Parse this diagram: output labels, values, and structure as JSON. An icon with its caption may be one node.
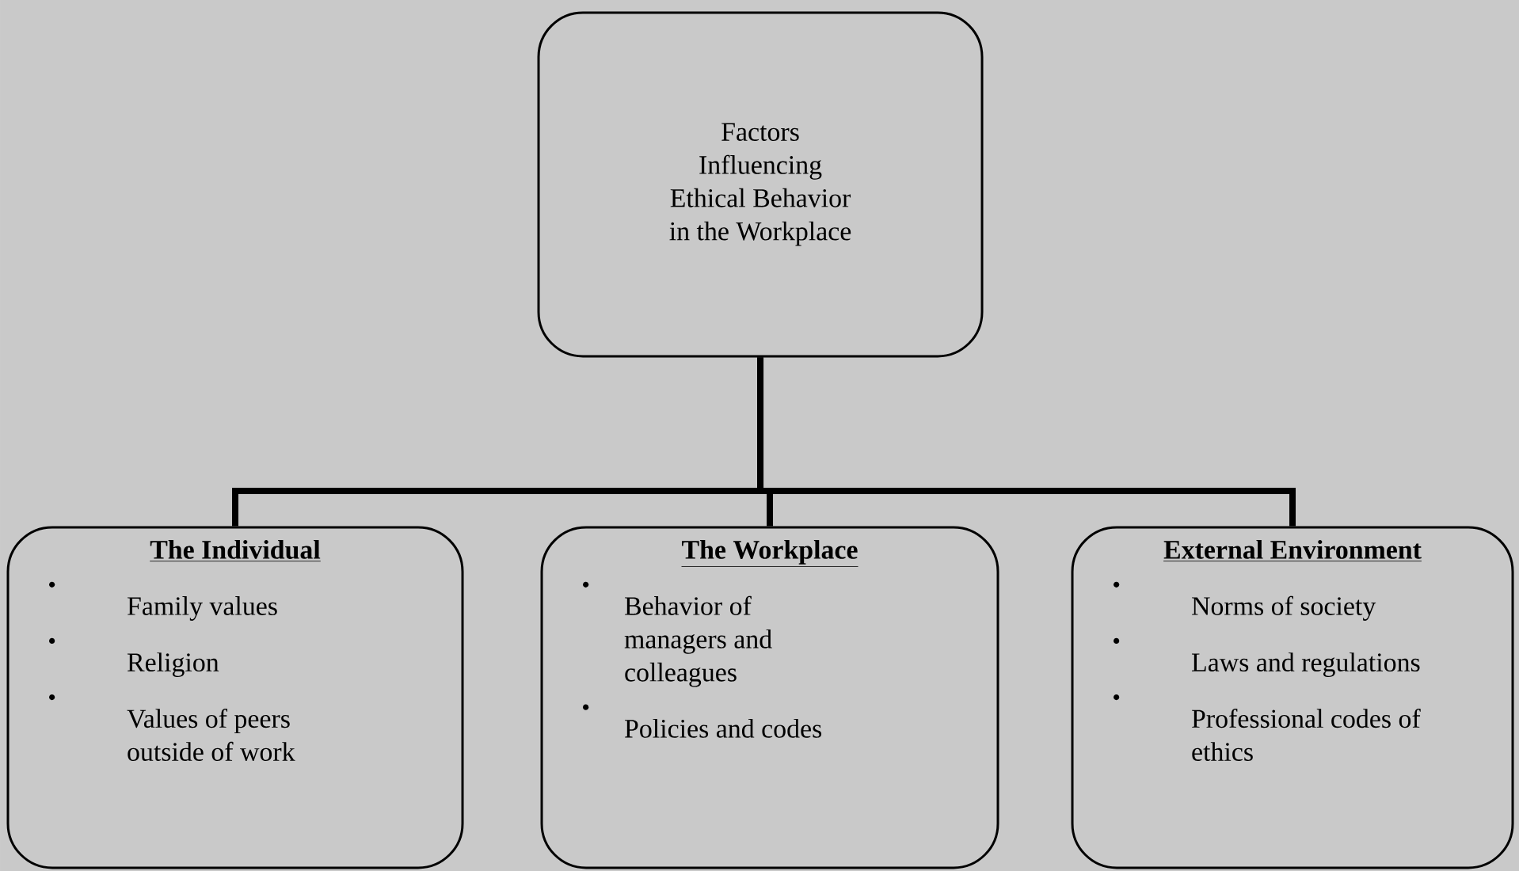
{
  "diagram": {
    "nodes": [
      {
        "text": [
          "Factors Influencing Ethical Behavior in the Workplace"
        ]
      },
      {
        "text": [
          "The Individual",
          "Family values",
          "Religion",
          "Values of peers outside of work"
        ]
      },
      {
        "text": [
          "The Workplace",
          "Behavior of managers and colleagues",
          "Policies and codes"
        ]
      },
      {
        "text": [
          "External Environment",
          "Norms of society",
          "Laws and regulations",
          "Professional codes of ethics"
        ]
      }
    ],
    "edges": [
      {
        "from": 0,
        "to": 1,
        "arrow": "none"
      },
      {
        "from": 0,
        "to": 2,
        "arrow": "none"
      },
      {
        "from": 0,
        "to": 3,
        "arrow": "none"
      }
    ]
  }
}
